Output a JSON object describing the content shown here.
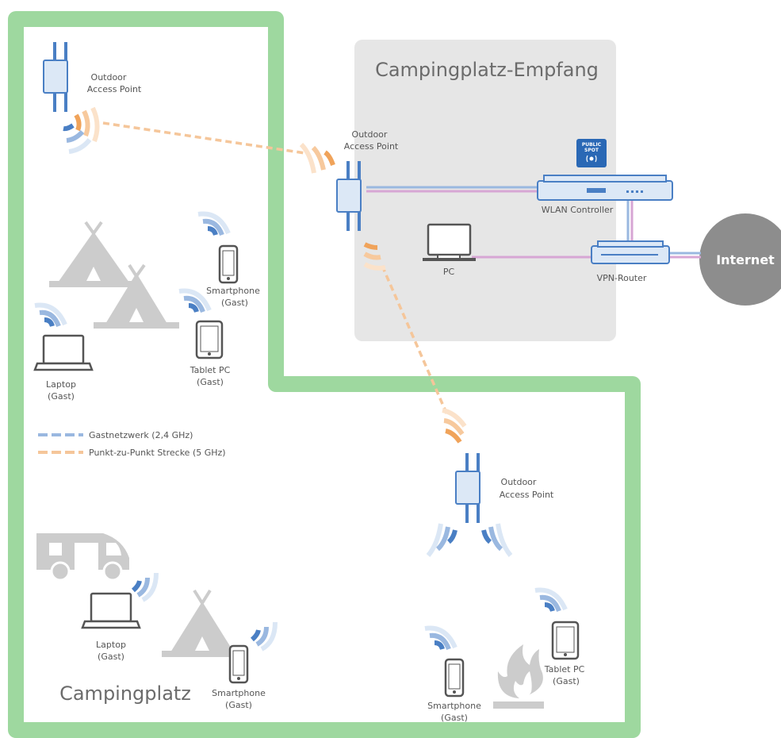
{
  "titles": {
    "reception": "Campingplatz-Empfang",
    "campsite": "Campingplatz"
  },
  "access_points": {
    "top_left": [
      "Outdoor",
      "Access Point"
    ],
    "reception": [
      "Outdoor",
      "Access Point"
    ],
    "bottom": [
      "Outdoor",
      "Access Point"
    ]
  },
  "devices": {
    "wlan_controller": "WLAN Controller",
    "vpn_router": "VPN-Router",
    "pc": "PC",
    "internet": "Internet",
    "public_spot": [
      "PUBLIC",
      "SPOT"
    ],
    "smartphone_1": [
      "Smartphone",
      "(Gast)"
    ],
    "tablet_1": [
      "Tablet PC",
      "(Gast)"
    ],
    "laptop_1": [
      "Laptop",
      "(Gast)"
    ],
    "laptop_2": [
      "Laptop",
      "(Gast)"
    ],
    "smartphone_2": [
      "Smartphone",
      "(Gast)"
    ],
    "smartphone_3": [
      "Smartphone",
      "(Gast)"
    ],
    "tablet_2": [
      "Tablet PC",
      "(Gast)"
    ]
  },
  "legend": {
    "guest": "Gastnetzwerk (2,4 GHz)",
    "p2p": "Punkt-zu-Punkt Strecke (5 GHz)"
  },
  "colors": {
    "area_border": "#9ed89f",
    "reception_bg": "#e6e6e6",
    "device_blue": "#4a7fc4",
    "device_fill": "#dce8f6",
    "guest_wifi": "#4a7fc4",
    "p2p_link": "#f5a04a",
    "cable": "#d7a6d4",
    "cable_blue": "#9ab8e0",
    "gray_shapes": "#cccccc",
    "internet_bg": "#8d8d8d"
  }
}
